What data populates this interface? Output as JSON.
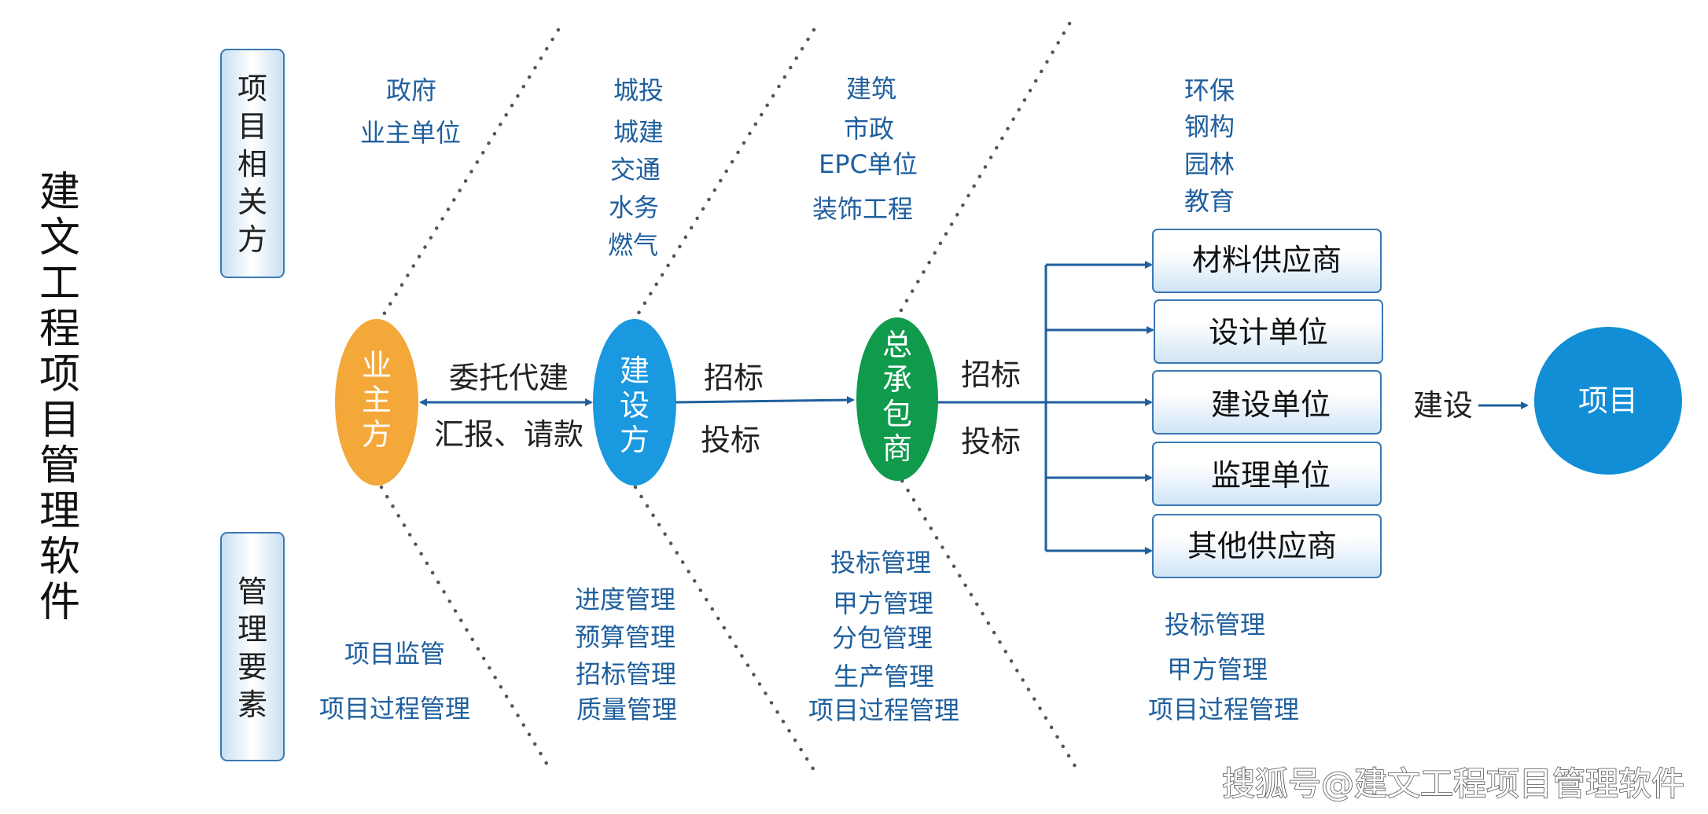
{
  "side_title": "建文工程项目管理软件",
  "left_labels": {
    "stakeholders": "项目相关方",
    "elements": "管理要素"
  },
  "nodes": {
    "owner": "业主方",
    "builder": "建设方",
    "contractor": "总承包商",
    "project": "项目"
  },
  "relations": {
    "owner_builder_top": "委托代建",
    "owner_builder_bottom": "汇报、请款",
    "builder_contractor_top": "招标",
    "builder_contractor_bottom": "投标",
    "contractor_units_top": "招标",
    "contractor_units_bottom": "投标",
    "to_project": "建设"
  },
  "unit_boxes": [
    "材料供应商",
    "设计单位",
    "建设单位",
    "监理单位",
    "其他供应商"
  ],
  "stakeholders": {
    "owner": [
      "政府",
      "业主单位"
    ],
    "builder": [
      "城投",
      "城建",
      "交通",
      "水务",
      "燃气"
    ],
    "contractor": [
      "建筑",
      "市政",
      "EPC单位",
      "装饰工程"
    ],
    "units": [
      "环保",
      "钢构",
      "园林",
      "教育"
    ]
  },
  "management": {
    "owner": [
      "项目监管",
      "项目过程管理"
    ],
    "builder": [
      "进度管理",
      "预算管理",
      "招标管理",
      "质量管理"
    ],
    "contractor": [
      "投标管理",
      "甲方管理",
      "分包管理",
      "生产管理",
      "项目过程管理"
    ],
    "units": [
      "投标管理",
      "甲方管理",
      "项目过程管理"
    ]
  },
  "watermark": "搜狐号@建文工程项目管理软件",
  "colors": {
    "owner": "#f4a83a",
    "builder": "#1a98e0",
    "contractor": "#0f9a4c",
    "project": "#118ed6",
    "text_blue": "#1f5f9e",
    "arrow": "#1f5f9e"
  }
}
